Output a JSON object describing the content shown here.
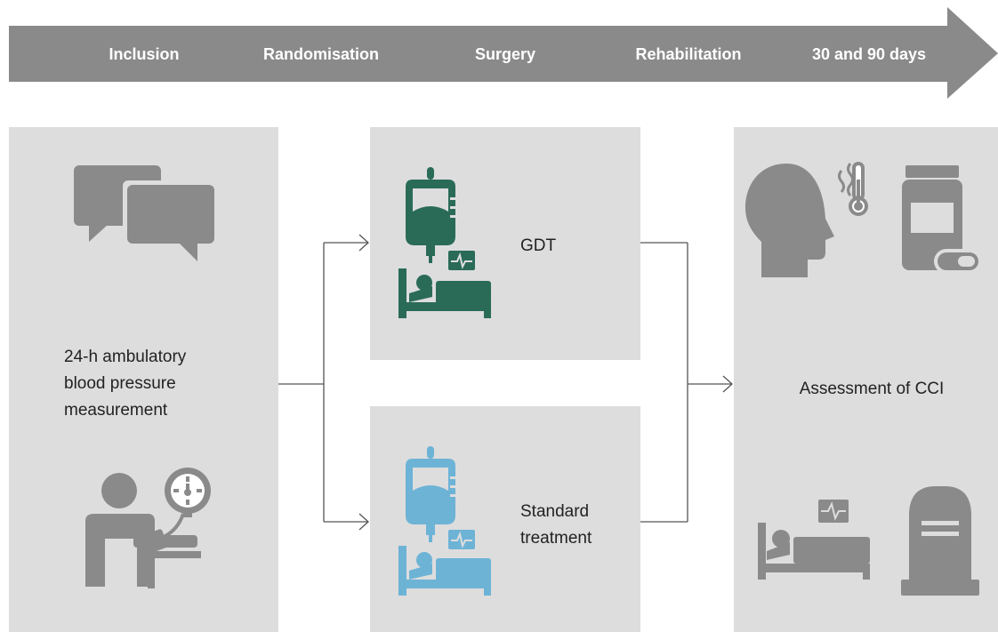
{
  "timeline": {
    "stages": [
      "Inclusion",
      "Randomisation",
      "Surgery",
      "Rehabilitation",
      "30 and 90 days"
    ]
  },
  "inclusion_box": {
    "text_lines": [
      "24-h ambulatory",
      "blood pressure",
      "measurement"
    ],
    "icons": [
      "speech-bubbles-icon",
      "blood-pressure-measurement-icon"
    ]
  },
  "gdt_box": {
    "label": "GDT",
    "icon": "iv-bag-patient-icon",
    "icon_color": "#2a6b58"
  },
  "standard_box": {
    "text_lines": [
      "Standard",
      "treatment"
    ],
    "icon": "iv-bag-patient-icon",
    "icon_color": "#6db3d6"
  },
  "outcome_box": {
    "label": "Assessment of CCI",
    "icons": [
      "fever-head-icon",
      "medication-bottle-icon",
      "hospital-bed-monitor-icon",
      "gravestone-icon"
    ]
  },
  "colors": {
    "arrow_band": "#8a8a8a",
    "box_fill": "#dddddd",
    "icon_gray": "#8a8a8a",
    "gdt_green": "#2a6b58",
    "standard_blue": "#6db3d6",
    "connector": "#555555"
  }
}
